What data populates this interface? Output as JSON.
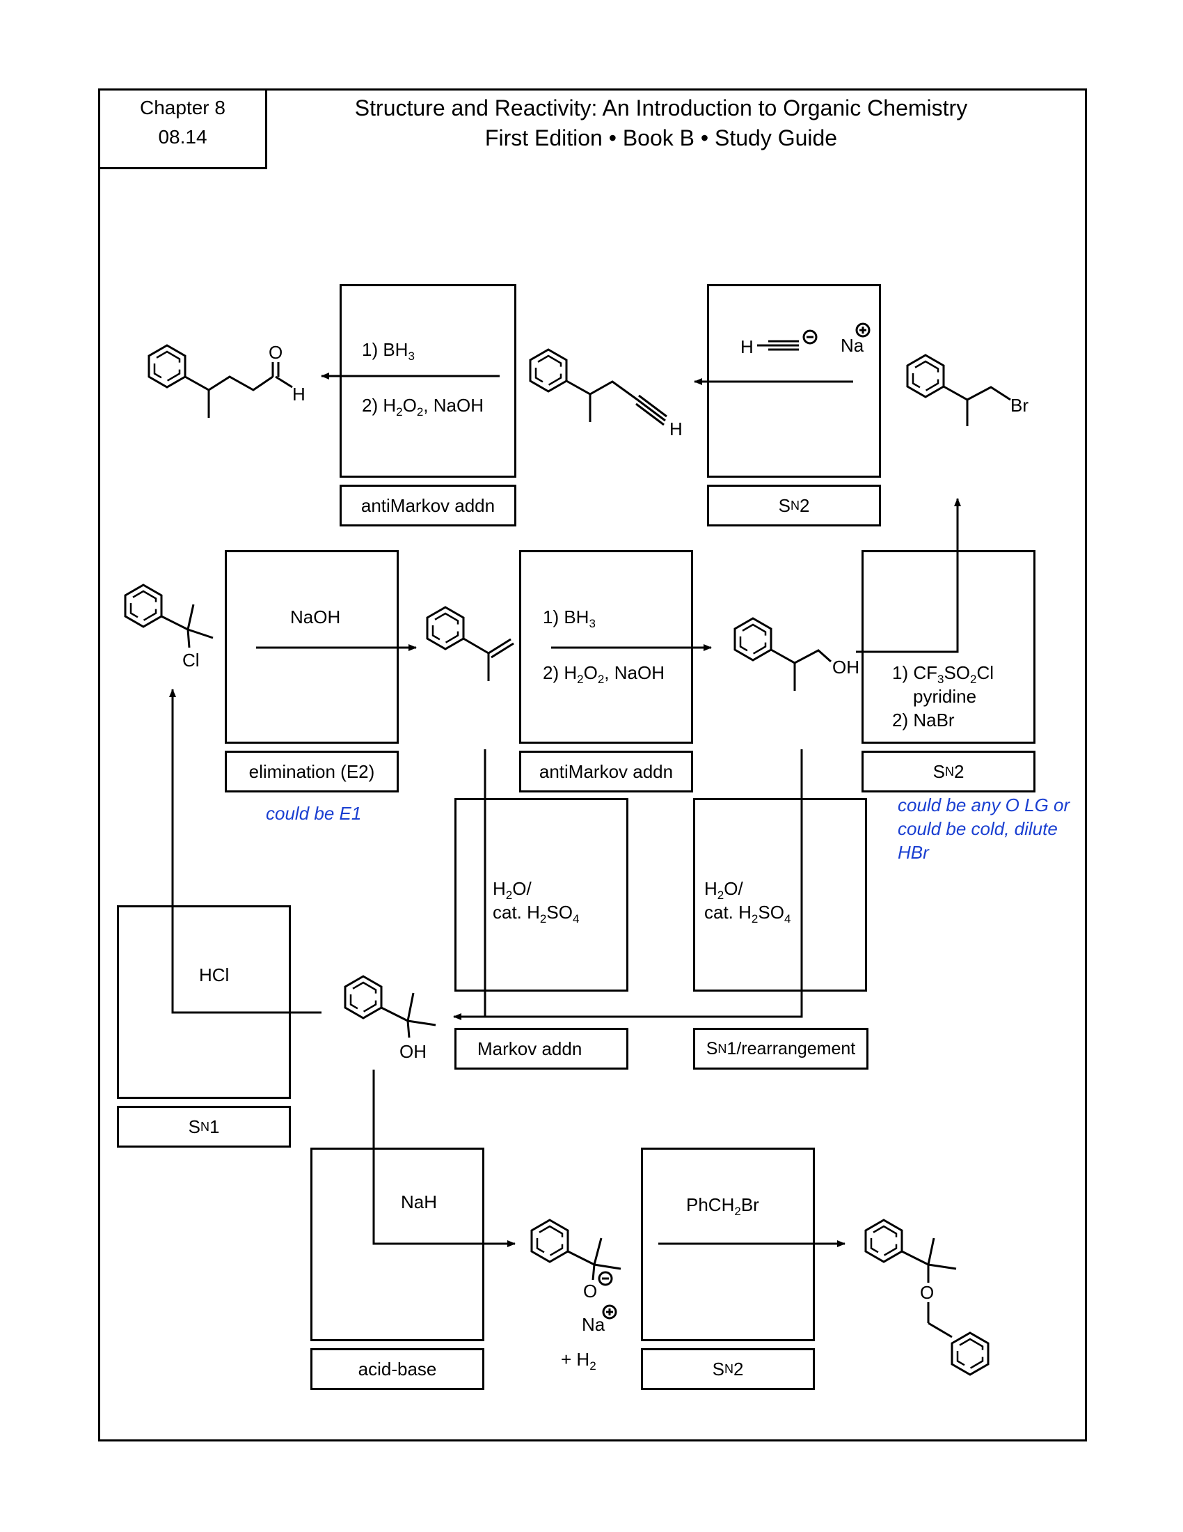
{
  "header": {
    "chapter": "Chapter 8",
    "page": "08.14",
    "title": "Structure and Reactivity: An Introduction to Organic Chemistry",
    "subtitle": "First Edition • Book B • Study Guide"
  },
  "reactions": {
    "r1": {
      "reagent1": "1) BH₃",
      "reagent2": "2) H₂O₂, NaOH",
      "label": "antiMarkov addn"
    },
    "r2": {
      "reagent_h": "H",
      "reagent_na": "Na",
      "label": "Sₙ 2"
    },
    "r3": {
      "reagent": "NaOH",
      "label": "elimination (E2)",
      "note": "could be E1"
    },
    "r4": {
      "reagent1": "1) BH₃",
      "reagent2": "2) H₂O₂, NaOH",
      "label": "antiMarkov addn"
    },
    "r5": {
      "reagent1": "1) CF₃SO₂Cl",
      "reagent2": "pyridine",
      "reagent3": "2) NaBr",
      "label": "SN2",
      "note": "could be any O LG or could be cold, dilute HBr"
    },
    "r6": {
      "reagent1": "H₂O/",
      "reagent2": "cat. H₂SO₄",
      "label": "Markov addn"
    },
    "r7": {
      "reagent1": "H₂O/",
      "reagent2": "cat. H₂SO₄",
      "label": "SN1/rearrangement"
    },
    "r8": {
      "reagent": "HCl",
      "label": "SN1"
    },
    "r9": {
      "reagent": "NaH",
      "label": "acid-base",
      "byproduct": "+ H₂"
    },
    "r10": {
      "reagent": "PhCH₂Br",
      "label": "SN2"
    }
  },
  "atoms": {
    "O": "O",
    "H": "H",
    "Br": "Br",
    "Cl": "Cl",
    "OH": "OH",
    "Na": "Na"
  }
}
